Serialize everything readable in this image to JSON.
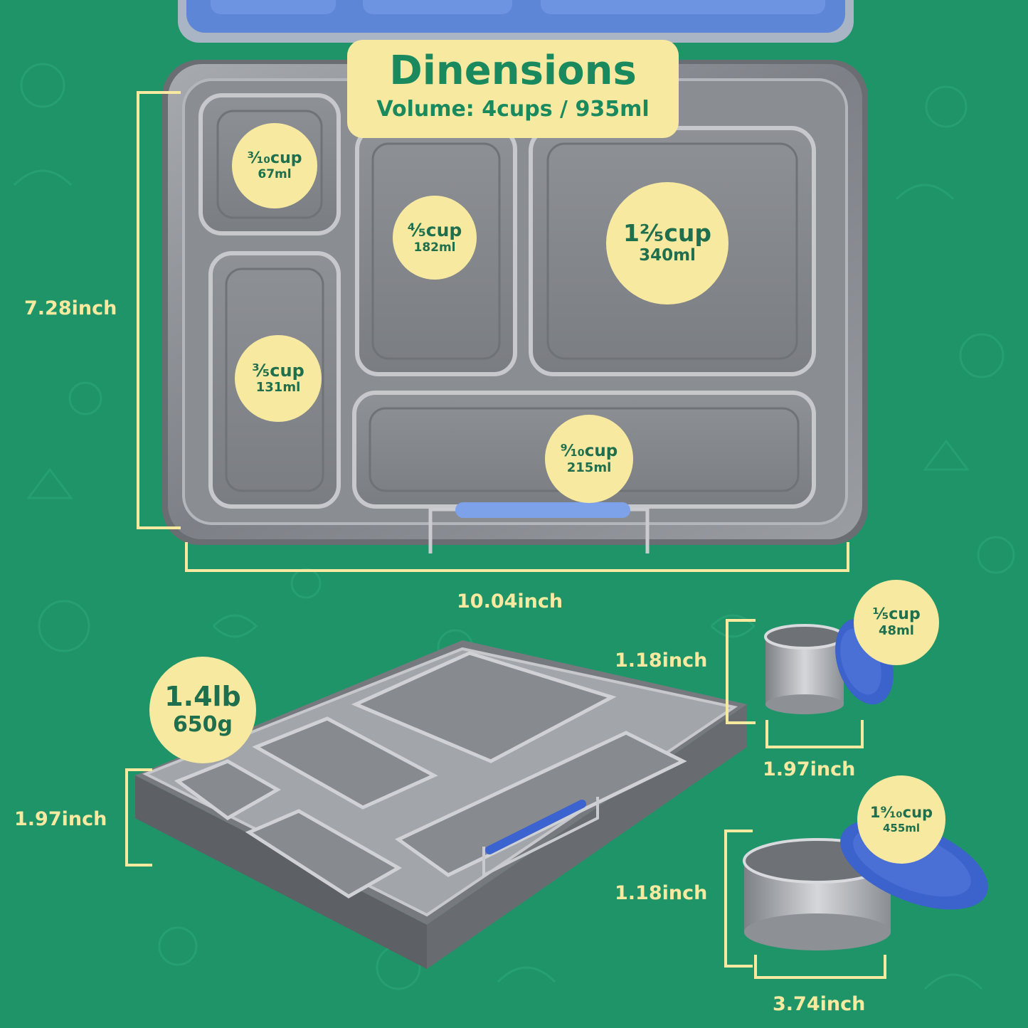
{
  "title": {
    "heading": "Dinensions",
    "volume": "Volume: 4cups / 935ml"
  },
  "compartments": [
    {
      "cup": "³⁄₁₀cup",
      "ml": "67ml"
    },
    {
      "cup": "⁴⁄₅cup",
      "ml": "182ml"
    },
    {
      "cup": "1²⁄₅cup",
      "ml": "340ml"
    },
    {
      "cup": "³⁄₅cup",
      "ml": "131ml"
    },
    {
      "cup": "⁹⁄₁₀cup",
      "ml": "215ml"
    }
  ],
  "dimensions": {
    "box_height": "7.28inch",
    "box_width": "10.04inch",
    "box_depth": "1.97inch",
    "small_cup_height": "1.18inch",
    "small_cup_width": "1.97inch",
    "large_cup_height": "1.18inch",
    "large_cup_width": "3.74inch"
  },
  "weight": {
    "lb": "1.4lb",
    "g": "650g"
  },
  "small_container": {
    "cup": "¹⁄₅cup",
    "ml": "48ml"
  },
  "large_container": {
    "cup": "1⁹⁄₁₀cup",
    "ml": "455ml"
  },
  "colors": {
    "background": "#1e9468",
    "accent_yellow": "#f7eaa0",
    "text_green": "#1f6e4d",
    "lid_blue": "#5a84d8",
    "steel": "#8d9095"
  }
}
